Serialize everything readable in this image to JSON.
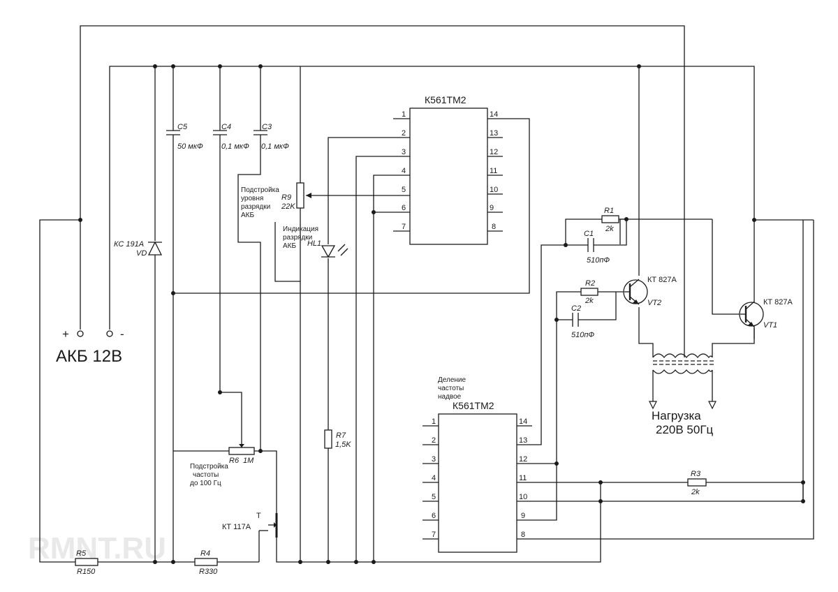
{
  "battery": {
    "plus": "+",
    "minus": "-",
    "label": "АКБ 12В"
  },
  "chips": [
    {
      "name": "К561ТМ2",
      "left_pins": [
        "1",
        "2",
        "3",
        "4",
        "5",
        "6",
        "7"
      ],
      "right_pins": [
        "14",
        "13",
        "12",
        "11",
        "10",
        "9",
        "8"
      ]
    },
    {
      "name": "К561ТМ2",
      "left_pins": [
        "1",
        "2",
        "3",
        "4",
        "5",
        "6",
        "7"
      ],
      "right_pins": [
        "14",
        "13",
        "12",
        "11",
        "10",
        "9",
        "8"
      ]
    }
  ],
  "capacitors": {
    "c5": {
      "name": "C5",
      "value": "50 мкФ"
    },
    "c4": {
      "name": "C4",
      "value": "0,1 мкФ"
    },
    "c3": {
      "name": "C3",
      "value": "0,1 мкФ"
    },
    "c1": {
      "name": "C1",
      "value": "510пФ"
    },
    "c2": {
      "name": "C2",
      "value": "510пФ"
    }
  },
  "resistors": {
    "r1": {
      "name": "R1",
      "value": "2k"
    },
    "r2": {
      "name": "R2",
      "value": "2k"
    },
    "r3": {
      "name": "R3",
      "value": "2k"
    },
    "r4": {
      "name": "R4",
      "value": "R330"
    },
    "r5": {
      "name": "R5",
      "value": "R150"
    },
    "r6": {
      "name": "R6",
      "value": "1M"
    },
    "r7": {
      "name": "R7",
      "value": "1,5K"
    },
    "r9": {
      "name": "R9",
      "value": "22K"
    }
  },
  "zener": {
    "type": "КС 191А",
    "name": "VD"
  },
  "led": {
    "name": "HL1"
  },
  "transistors": {
    "vt1": {
      "type": "КТ 827А",
      "name": "VT1"
    },
    "vt2": {
      "type": "КТ 827А",
      "name": "VT2"
    },
    "t": {
      "type": "КТ 117А",
      "name": "T"
    }
  },
  "notes": {
    "discharge_adjust": [
      "Подстройка",
      "уровня",
      "разрядки",
      "АКБ"
    ],
    "discharge_indication": [
      "Индикация",
      "разрядки",
      "АКБ"
    ],
    "freq_adjust": [
      "Подстройка",
      "частоты",
      "до 100 Гц"
    ],
    "freq_divide": [
      "Деление",
      "частоты",
      "надвое"
    ]
  },
  "load": {
    "line1": "Нагрузка",
    "line2": "220В 50Гц"
  },
  "watermark": "RMNT.RU"
}
